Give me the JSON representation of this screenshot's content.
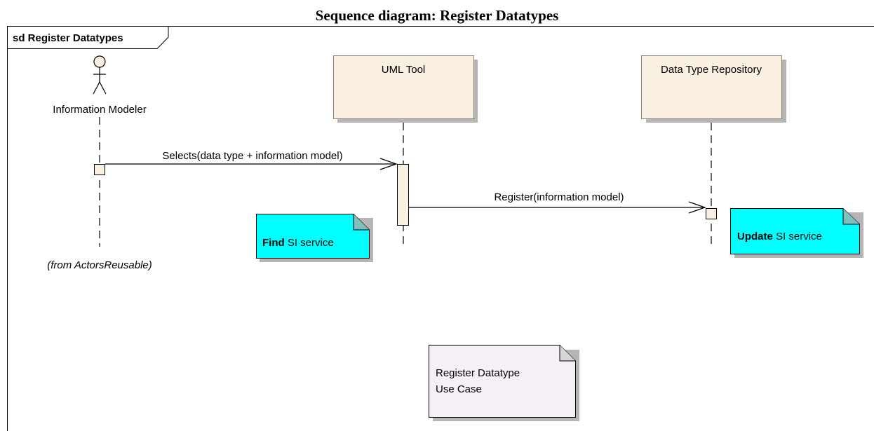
{
  "title": "Sequence diagram: Register Datatypes",
  "frame": {
    "label": "sd Register Datatypes"
  },
  "actor": {
    "name": "Information Modeler",
    "origin": "(from ActorsReusable)"
  },
  "lifelines": [
    {
      "name": "UML Tool"
    },
    {
      "name": "Data Type Repository"
    }
  ],
  "messages": [
    {
      "label": "Selects(data type + information model)"
    },
    {
      "label": "Register(information model)"
    }
  ],
  "notes": {
    "find": {
      "bold": "Find",
      "rest": " SI service"
    },
    "update": {
      "bold": "Update",
      "rest": " SI service"
    },
    "usecase": {
      "line1": "Register Datatype",
      "line2": "Use Case"
    }
  },
  "colors": {
    "lifeline_box": "#FAF0E1",
    "note_cyan": "#00FFFF",
    "note_usecase": "#F5F0F5",
    "shadow": "#B5B5B5"
  }
}
